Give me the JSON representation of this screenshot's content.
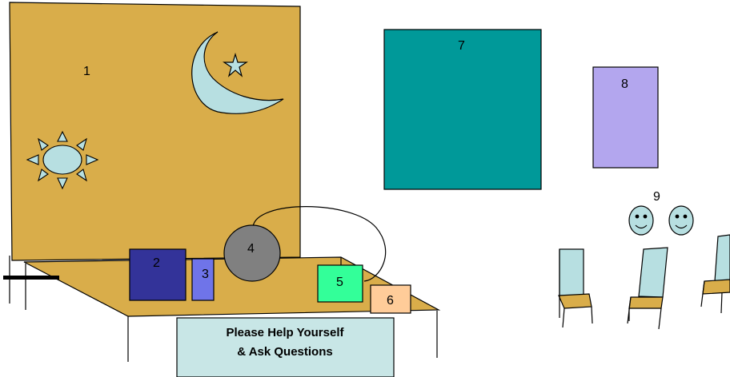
{
  "colors": {
    "backdrop": "#d9ad4a",
    "table": "#d9ad4a",
    "moon": "#b7dfe1",
    "sun": "#b7dfe1",
    "box7": "#009999",
    "box8": "#b3a6ee",
    "item2": "#333399",
    "item3": "#6f74e9",
    "item4": "#808080",
    "item5": "#33ff99",
    "item6": "#ffcc99",
    "sign": "#c8e6e6",
    "chair_back": "#b7dfe1",
    "chair_seat": "#d9ad4a",
    "face": "#b7dfe1"
  },
  "labels": {
    "n1": "1",
    "n2": "2",
    "n3": "3",
    "n4": "4",
    "n5": "5",
    "n6": "6",
    "n7": "7",
    "n8": "8",
    "n9": "9"
  },
  "sign": {
    "line1": "Please Help Yourself",
    "line2": "& Ask Questions"
  }
}
